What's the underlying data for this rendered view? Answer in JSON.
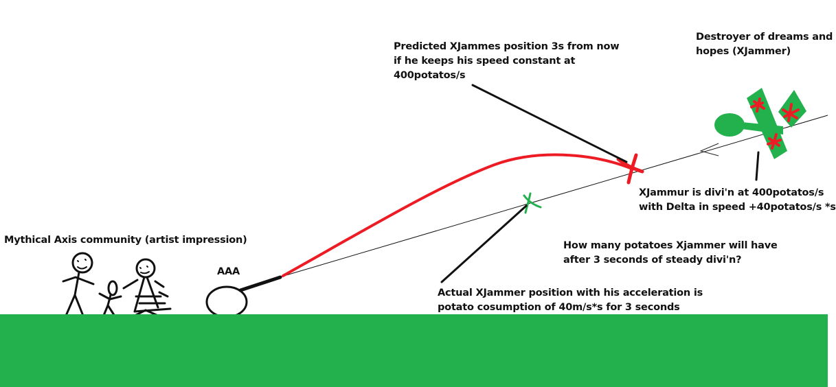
{
  "colors": {
    "background": "#ffffff",
    "ground": "#22b14c",
    "trajectory": "#ed1c24",
    "plane": "#22b14c",
    "plane_marks": "#ed1c24",
    "ink": "#000000"
  },
  "labels": {
    "community": "Mythical Axis community (artist impression)",
    "aaa": "AAA",
    "predicted": [
      "Predicted XJammes position 3s from now",
      "if he keeps his speed constant at",
      "400potatos/s"
    ],
    "destroyer": [
      "Destroyer of dreams and",
      "hopes (XJammer)"
    ],
    "speed": [
      "XJammur is divi'n at 400potatos/s",
      "with Delta in speed +40potatos/s *s"
    ],
    "question": [
      "How many potatoes Xjammer will have",
      "after 3 seconds of steady divi'n?"
    ],
    "actual": [
      "Actual XJammer position with his acceleration is",
      "potato cosumption of 40m/s*s for 3 seconds"
    ]
  },
  "icons": {
    "community": "stick-figures",
    "gun": "anti-aircraft-gun",
    "plane": "biplane",
    "predicted_marker": "red-x-mark",
    "actual_marker": "green-x-mark"
  }
}
